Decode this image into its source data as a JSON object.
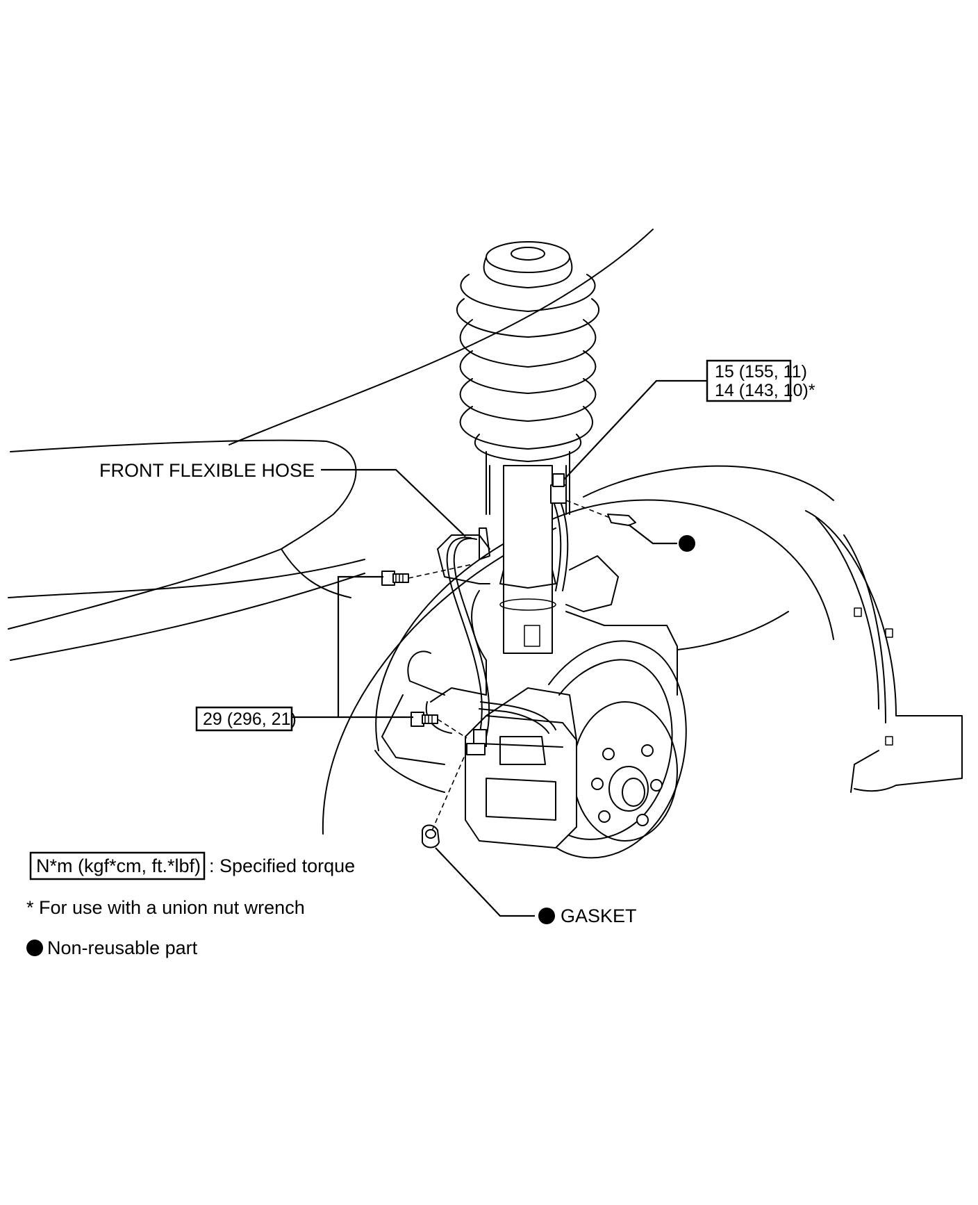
{
  "callouts": {
    "torque_top_line1": "15 (155, 11)",
    "torque_top_line2": "14 (143, 10)*",
    "torque_mid": "29 (296, 21)",
    "hose": "FRONT FLEXIBLE HOSE",
    "gasket": "GASKET"
  },
  "legend": {
    "torque_box": "N*m (kgf*cm, ft.*lbf)",
    "torque_desc": ": Specified torque",
    "union_note": "* For use with a union nut wrench",
    "nonreusable": "Non-reusable part"
  }
}
